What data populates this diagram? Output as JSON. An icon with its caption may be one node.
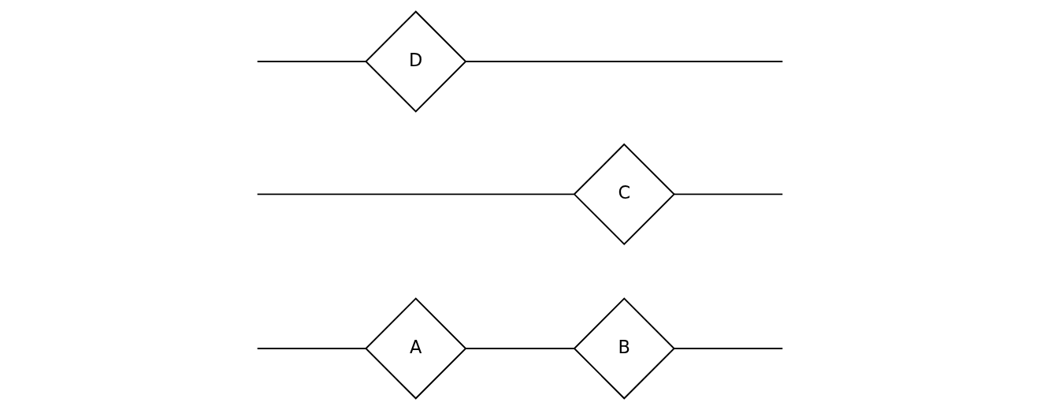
{
  "diagram": {
    "nodes": [
      {
        "text": [
          "A"
        ]
      },
      {
        "text": [
          "B"
        ]
      },
      {
        "text": [
          "C"
        ]
      },
      {
        "text": [
          "D"
        ]
      }
    ],
    "edges": [
      {
        "from": null,
        "to": 0,
        "arrow": "none"
      },
      {
        "from": 0,
        "to": 1,
        "arrow": "none"
      },
      {
        "from": 1,
        "to": null,
        "arrow": "none"
      },
      {
        "from": null,
        "to": 2,
        "arrow": "none"
      },
      {
        "from": null,
        "to": 3,
        "arrow": "none"
      },
      {
        "from": 2,
        "to": null,
        "arrow": "none"
      },
      {
        "from": 3,
        "to": null,
        "arrow": "none"
      }
    ]
  }
}
